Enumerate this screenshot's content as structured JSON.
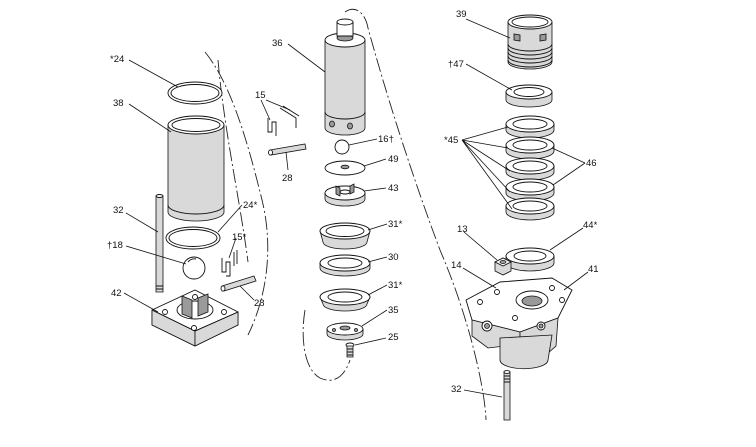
{
  "callouts": [
    {
      "id": "c24a",
      "text": "*24"
    },
    {
      "id": "c38",
      "text": "38"
    },
    {
      "id": "c32a",
      "text": "32"
    },
    {
      "id": "c18",
      "text": "†18"
    },
    {
      "id": "c42",
      "text": "42"
    },
    {
      "id": "c24b",
      "text": "24*"
    },
    {
      "id": "c15a",
      "text": "15"
    },
    {
      "id": "c28a",
      "text": "28"
    },
    {
      "id": "c15b",
      "text": "15*"
    },
    {
      "id": "c28b",
      "text": "28"
    },
    {
      "id": "c36",
      "text": "36"
    },
    {
      "id": "c16",
      "text": "16†"
    },
    {
      "id": "c49",
      "text": "49"
    },
    {
      "id": "c43",
      "text": "43"
    },
    {
      "id": "c31a",
      "text": "31*"
    },
    {
      "id": "c30",
      "text": "30"
    },
    {
      "id": "c31b",
      "text": "31*"
    },
    {
      "id": "c35",
      "text": "35"
    },
    {
      "id": "c25",
      "text": "25"
    },
    {
      "id": "c39",
      "text": "39"
    },
    {
      "id": "c47",
      "text": "†47"
    },
    {
      "id": "c45",
      "text": "*45"
    },
    {
      "id": "c46",
      "text": "46"
    },
    {
      "id": "c13",
      "text": "13"
    },
    {
      "id": "c44",
      "text": "44*"
    },
    {
      "id": "c14",
      "text": "14"
    },
    {
      "id": "c41",
      "text": "41"
    },
    {
      "id": "c32b",
      "text": "32"
    }
  ]
}
